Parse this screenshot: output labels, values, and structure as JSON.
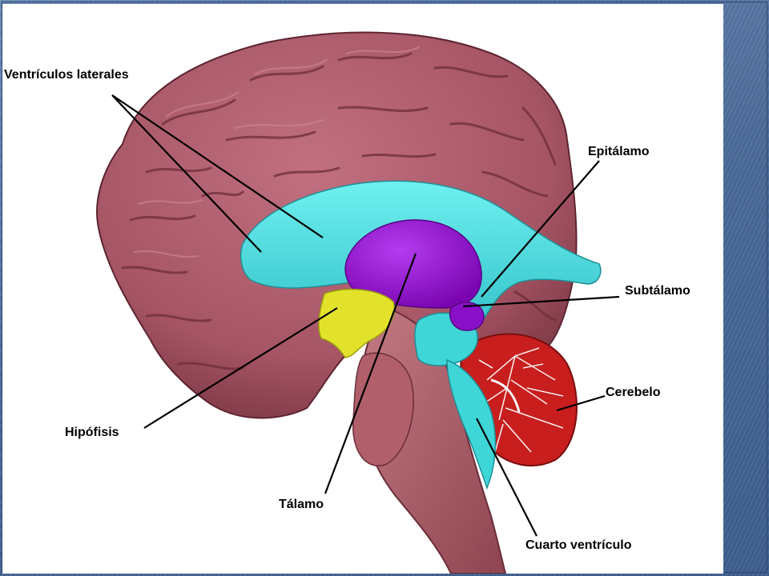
{
  "labels": {
    "ventriculos_laterales": "Ventrículos laterales",
    "epitalamo": "Epitálamo",
    "subtalamo": "Subtálamo",
    "cerebelo": "Cerebelo",
    "hipofisis": "Hipófisis",
    "talamo": "Tálamo",
    "cuarto_ventriculo": "Cuarto ventrículo"
  },
  "colors": {
    "cortex": "#a85866",
    "cortex_dark": "#7a3642",
    "brainstem": "#b96b74",
    "ventricles": "#3fd6d8",
    "thalamus": "#8a10c8",
    "subthalamus": "#8a10c8",
    "pituitary": "#e2e22a",
    "cerebellum": "#c81e1e",
    "slide_background": "#4f6f9c"
  }
}
